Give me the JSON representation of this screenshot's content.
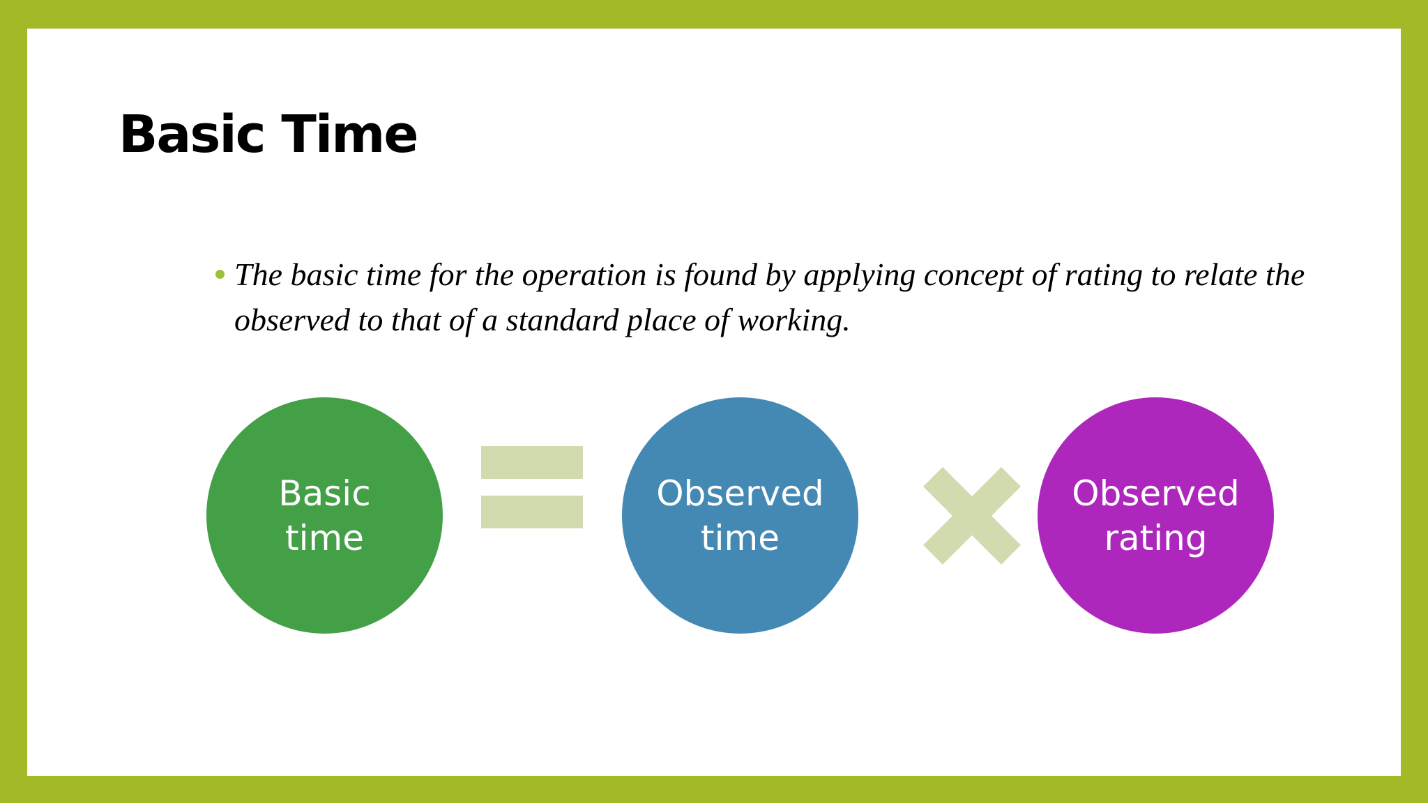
{
  "slide": {
    "title": "Basic Time",
    "bullet": "The basic time for the operation is found by applying concept of rating to relate the observed to that of a standard place of working."
  },
  "equation": {
    "terms": [
      {
        "lines": [
          "Basic",
          "time"
        ],
        "color": "#43a047"
      },
      {
        "lines": [
          "Observed",
          "time"
        ],
        "color": "#4489b4"
      },
      {
        "lines": [
          "Observed",
          "rating"
        ],
        "color": "#ae27bc"
      }
    ],
    "operators": [
      "equals-icon",
      "multiply-icon"
    ],
    "operator_color": "#d2dbb0"
  },
  "colors": {
    "frame": "#a3b927",
    "bullet_dot": "#99c13a"
  }
}
